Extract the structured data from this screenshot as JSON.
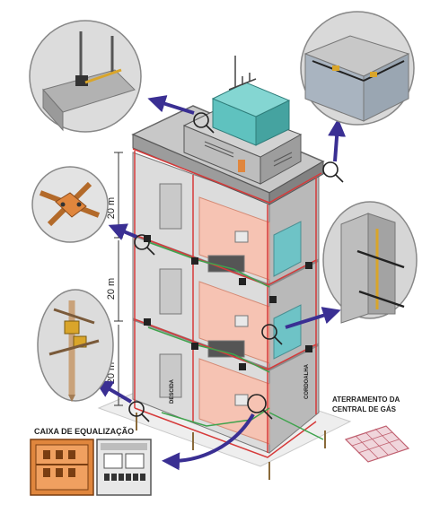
{
  "labels": {
    "dim_top": "20 m",
    "dim_mid": "20 m",
    "dim_bottom": "20 m",
    "caixa": "CAIXA DE EQUALIZAÇÃO",
    "gas_line1": "ATERRAMENTO DA",
    "gas_line2": "CENTRAL DE GÁS",
    "vertical_label": "DESCIDA",
    "vertical_label2": "CORDOALHA"
  },
  "colors": {
    "wall_light": "#dcdcdc",
    "wall_dark": "#b9b9b9",
    "roof": "#c8c8c8",
    "water_tank": "#5fc2bf",
    "pink_room": "#f6c3b3",
    "ground_wire": "#3fa34d",
    "down_conductor": "#d63a3a",
    "callout_arrow": "#3a2f93",
    "callout_bg": "#dcdcdc",
    "box_orange": "#e0863d"
  }
}
